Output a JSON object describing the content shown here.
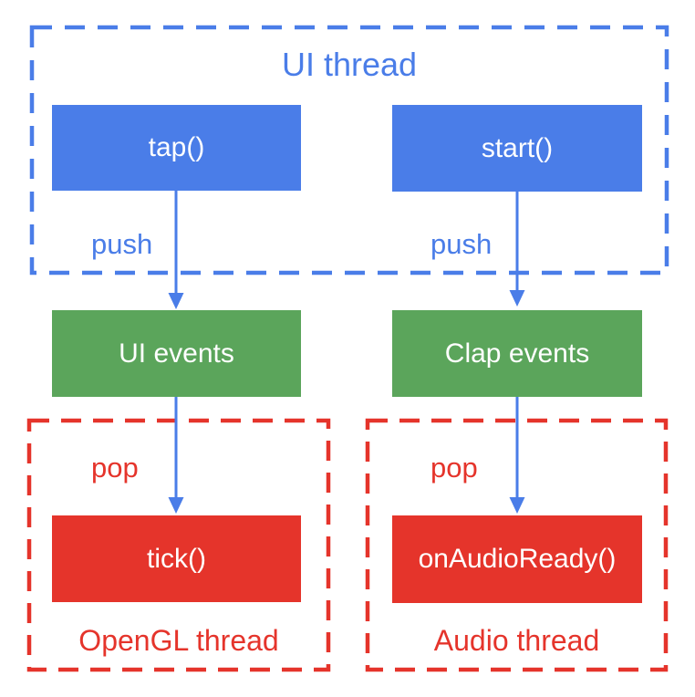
{
  "diagram": {
    "ui_thread": {
      "label": "UI thread",
      "calls": [
        {
          "label": "tap()"
        },
        {
          "label": "start()"
        }
      ],
      "push_labels": [
        "push",
        "push"
      ]
    },
    "queues": [
      {
        "label": "UI events"
      },
      {
        "label": "Clap events"
      }
    ],
    "opengl_thread": {
      "label": "OpenGL thread",
      "pop_label": "pop",
      "callback": {
        "label": "tick()"
      }
    },
    "audio_thread": {
      "label": "Audio thread",
      "pop_label": "pop",
      "callback": {
        "label": "onAudioReady()"
      }
    },
    "colors": {
      "blue": "#4A7DE8",
      "green": "#5BA55B",
      "red": "#E5342B",
      "box_text": "#FFFFFF",
      "background": "#FFFFFF"
    }
  }
}
